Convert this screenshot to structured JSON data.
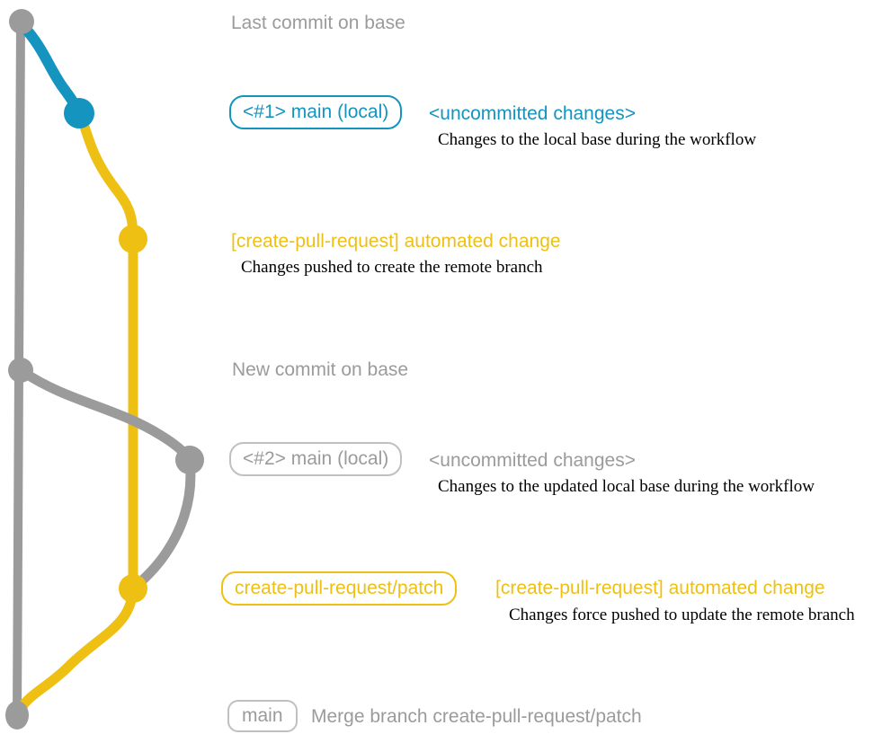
{
  "colors": {
    "base_gray": "#9b9b9b",
    "badge_gray_border": "#c0c0c0",
    "branch_blue": "#1494be",
    "branch_yellow": "#eec013",
    "description_black": "#000000"
  },
  "rows": {
    "last_commit": {
      "label": "Last commit on base"
    },
    "uncommitted_1": {
      "badge": "<#1> main (local)",
      "label": "<uncommitted changes>",
      "description": "Changes to the local base during the workflow"
    },
    "automated_change_1": {
      "label": "[create-pull-request] automated change",
      "description": "Changes pushed to create the remote branch"
    },
    "new_commit": {
      "label": "New commit on base"
    },
    "uncommitted_2": {
      "badge": "<#2> main (local)",
      "label": "<uncommitted changes>",
      "description": "Changes to the updated local base during the workflow"
    },
    "automated_change_2": {
      "badge": "create-pull-request/patch",
      "label": "[create-pull-request] automated change",
      "description": "Changes force pushed to update the remote branch"
    },
    "merge": {
      "badge": "main",
      "label": "Merge branch create-pull-request/patch"
    }
  }
}
